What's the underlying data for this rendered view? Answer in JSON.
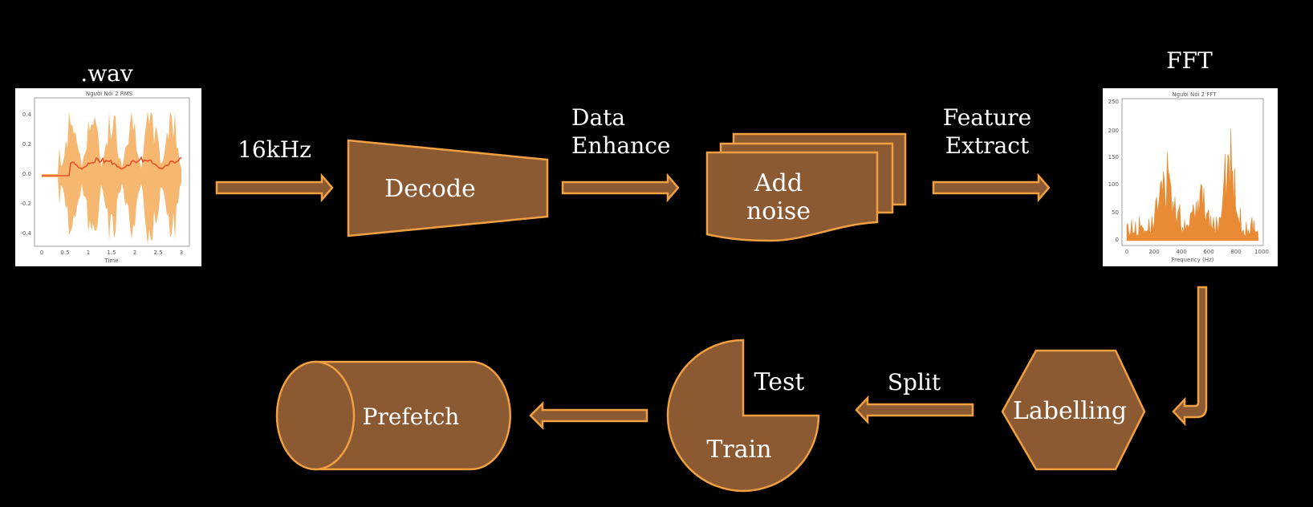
{
  "labels": {
    "wav": ".wav",
    "fft": "FFT",
    "rate": "16kHz",
    "enhance_line1": "Data",
    "enhance_line2": "Enhance",
    "feature_line1": "Feature",
    "feature_line2": "Extract",
    "split": "Split"
  },
  "nodes": {
    "decode": "Decode",
    "add_noise_line1": "Add",
    "add_noise_line2": "noise",
    "labelling": "Labelling",
    "test": "Test",
    "train": "Train",
    "prefetch": "Prefetch"
  },
  "rms_plot": {
    "title": "Người Nói 2 RMS",
    "xlabel": "Time",
    "yticks": [
      "0.4",
      "0.2",
      "0.0",
      "-0.2",
      "-0.4"
    ],
    "xticks": [
      "0",
      "0.5",
      "1",
      "1.5",
      "2",
      "2.5",
      "3"
    ]
  },
  "fft_plot": {
    "title": "Người Nói 2 FFT",
    "xlabel": "Frequency (Hz)",
    "yticks": [
      "250",
      "200",
      "150",
      "100",
      "50",
      "0"
    ],
    "xticks": [
      "0",
      "200",
      "400",
      "600",
      "800",
      "1000"
    ]
  },
  "colors": {
    "shape_fill": "#8c5a32",
    "shape_stroke": "#f0a040",
    "background": "#000000"
  }
}
